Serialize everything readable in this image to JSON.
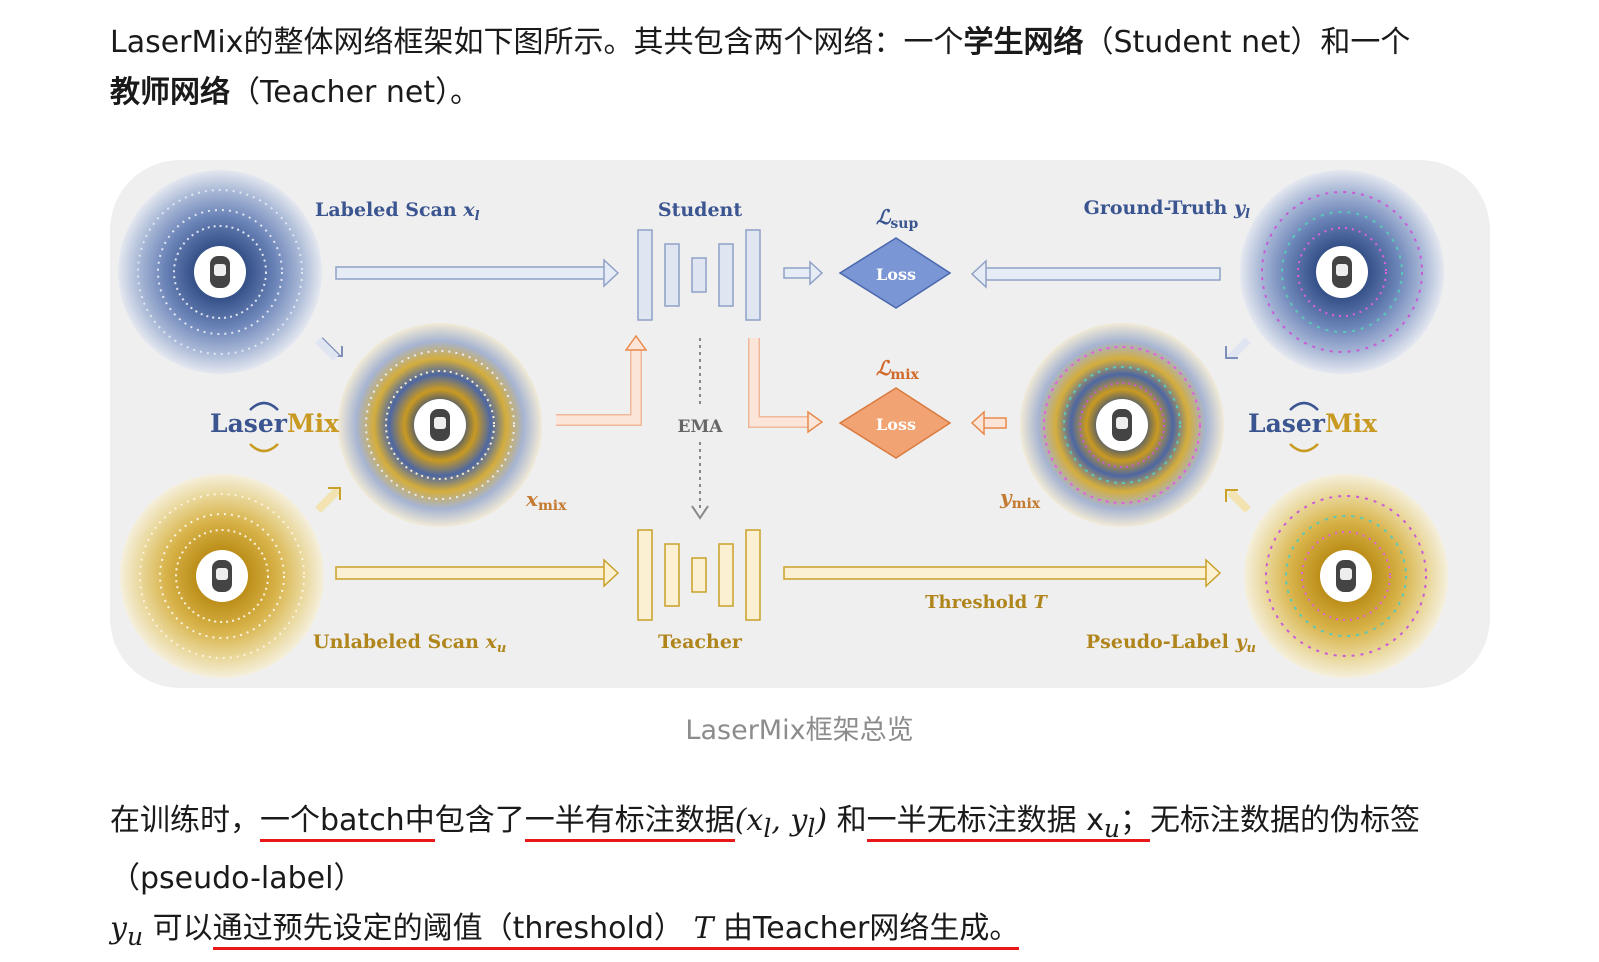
{
  "intro": {
    "text_1": "LaserMix的整体网络框架如下图所示。其共包含两个网络：一个",
    "student_net_bold": "学生网络",
    "student_net_en": "（Student net）和一个",
    "teacher_net_bold": "教师网络",
    "teacher_net_en": "（Teacher net）。"
  },
  "figure": {
    "labeled_scan": "Labeled Scan",
    "labeled_scan_sym": "x",
    "labeled_scan_sub": "l",
    "unlabeled_scan": "Unlabeled Scan",
    "unlabeled_scan_sym": "x",
    "unlabeled_scan_sub": "u",
    "student": "Student",
    "teacher": "Teacher",
    "ema": "EMA",
    "loss_sup_sym": "ℒ",
    "loss_sup_sub": "sup",
    "loss_mix_sym": "ℒ",
    "loss_mix_sub": "mix",
    "loss_label": "Loss",
    "ground_truth": "Ground-Truth",
    "ground_truth_sym": "y",
    "ground_truth_sub": "l",
    "pseudo_label": "Pseudo-Label",
    "pseudo_label_sym": "y",
    "pseudo_label_sub": "u",
    "x_mix_sym": "x",
    "x_mix_sub": "mix",
    "y_mix_sym": "y",
    "y_mix_sub": "mix",
    "threshold": "Threshold",
    "threshold_sym": "T",
    "logo_laser": "Laser",
    "logo_mix": "Mix",
    "colors": {
      "student_blue": "#5a74b0",
      "teacher_gold": "#c9a028",
      "mix_orange": "#e8894a",
      "background": "#eeeeee"
    }
  },
  "caption": "LaserMix框架总览",
  "body": {
    "s1": "在训练时，",
    "s2": "一个batch中",
    "s3": "包含了",
    "s4": "一半有标注数据",
    "s5": "(x",
    "s5_sub_l": "l",
    "s6": ", y",
    "s6_sub_l": "l",
    "s7": ")",
    "s8": " 和",
    "s9": "一半无标注数据 x",
    "s9_sub_u": "u",
    "s10": "；",
    "s11": "无标注数据的伪标签（pseudo-label）",
    "s12": "y",
    "s12_sub_u": "u",
    "s13": "可以",
    "s14": "通过预先设定的阈值（threshold）",
    "s15": "T",
    "s16": " 由Teacher网络生成。"
  }
}
